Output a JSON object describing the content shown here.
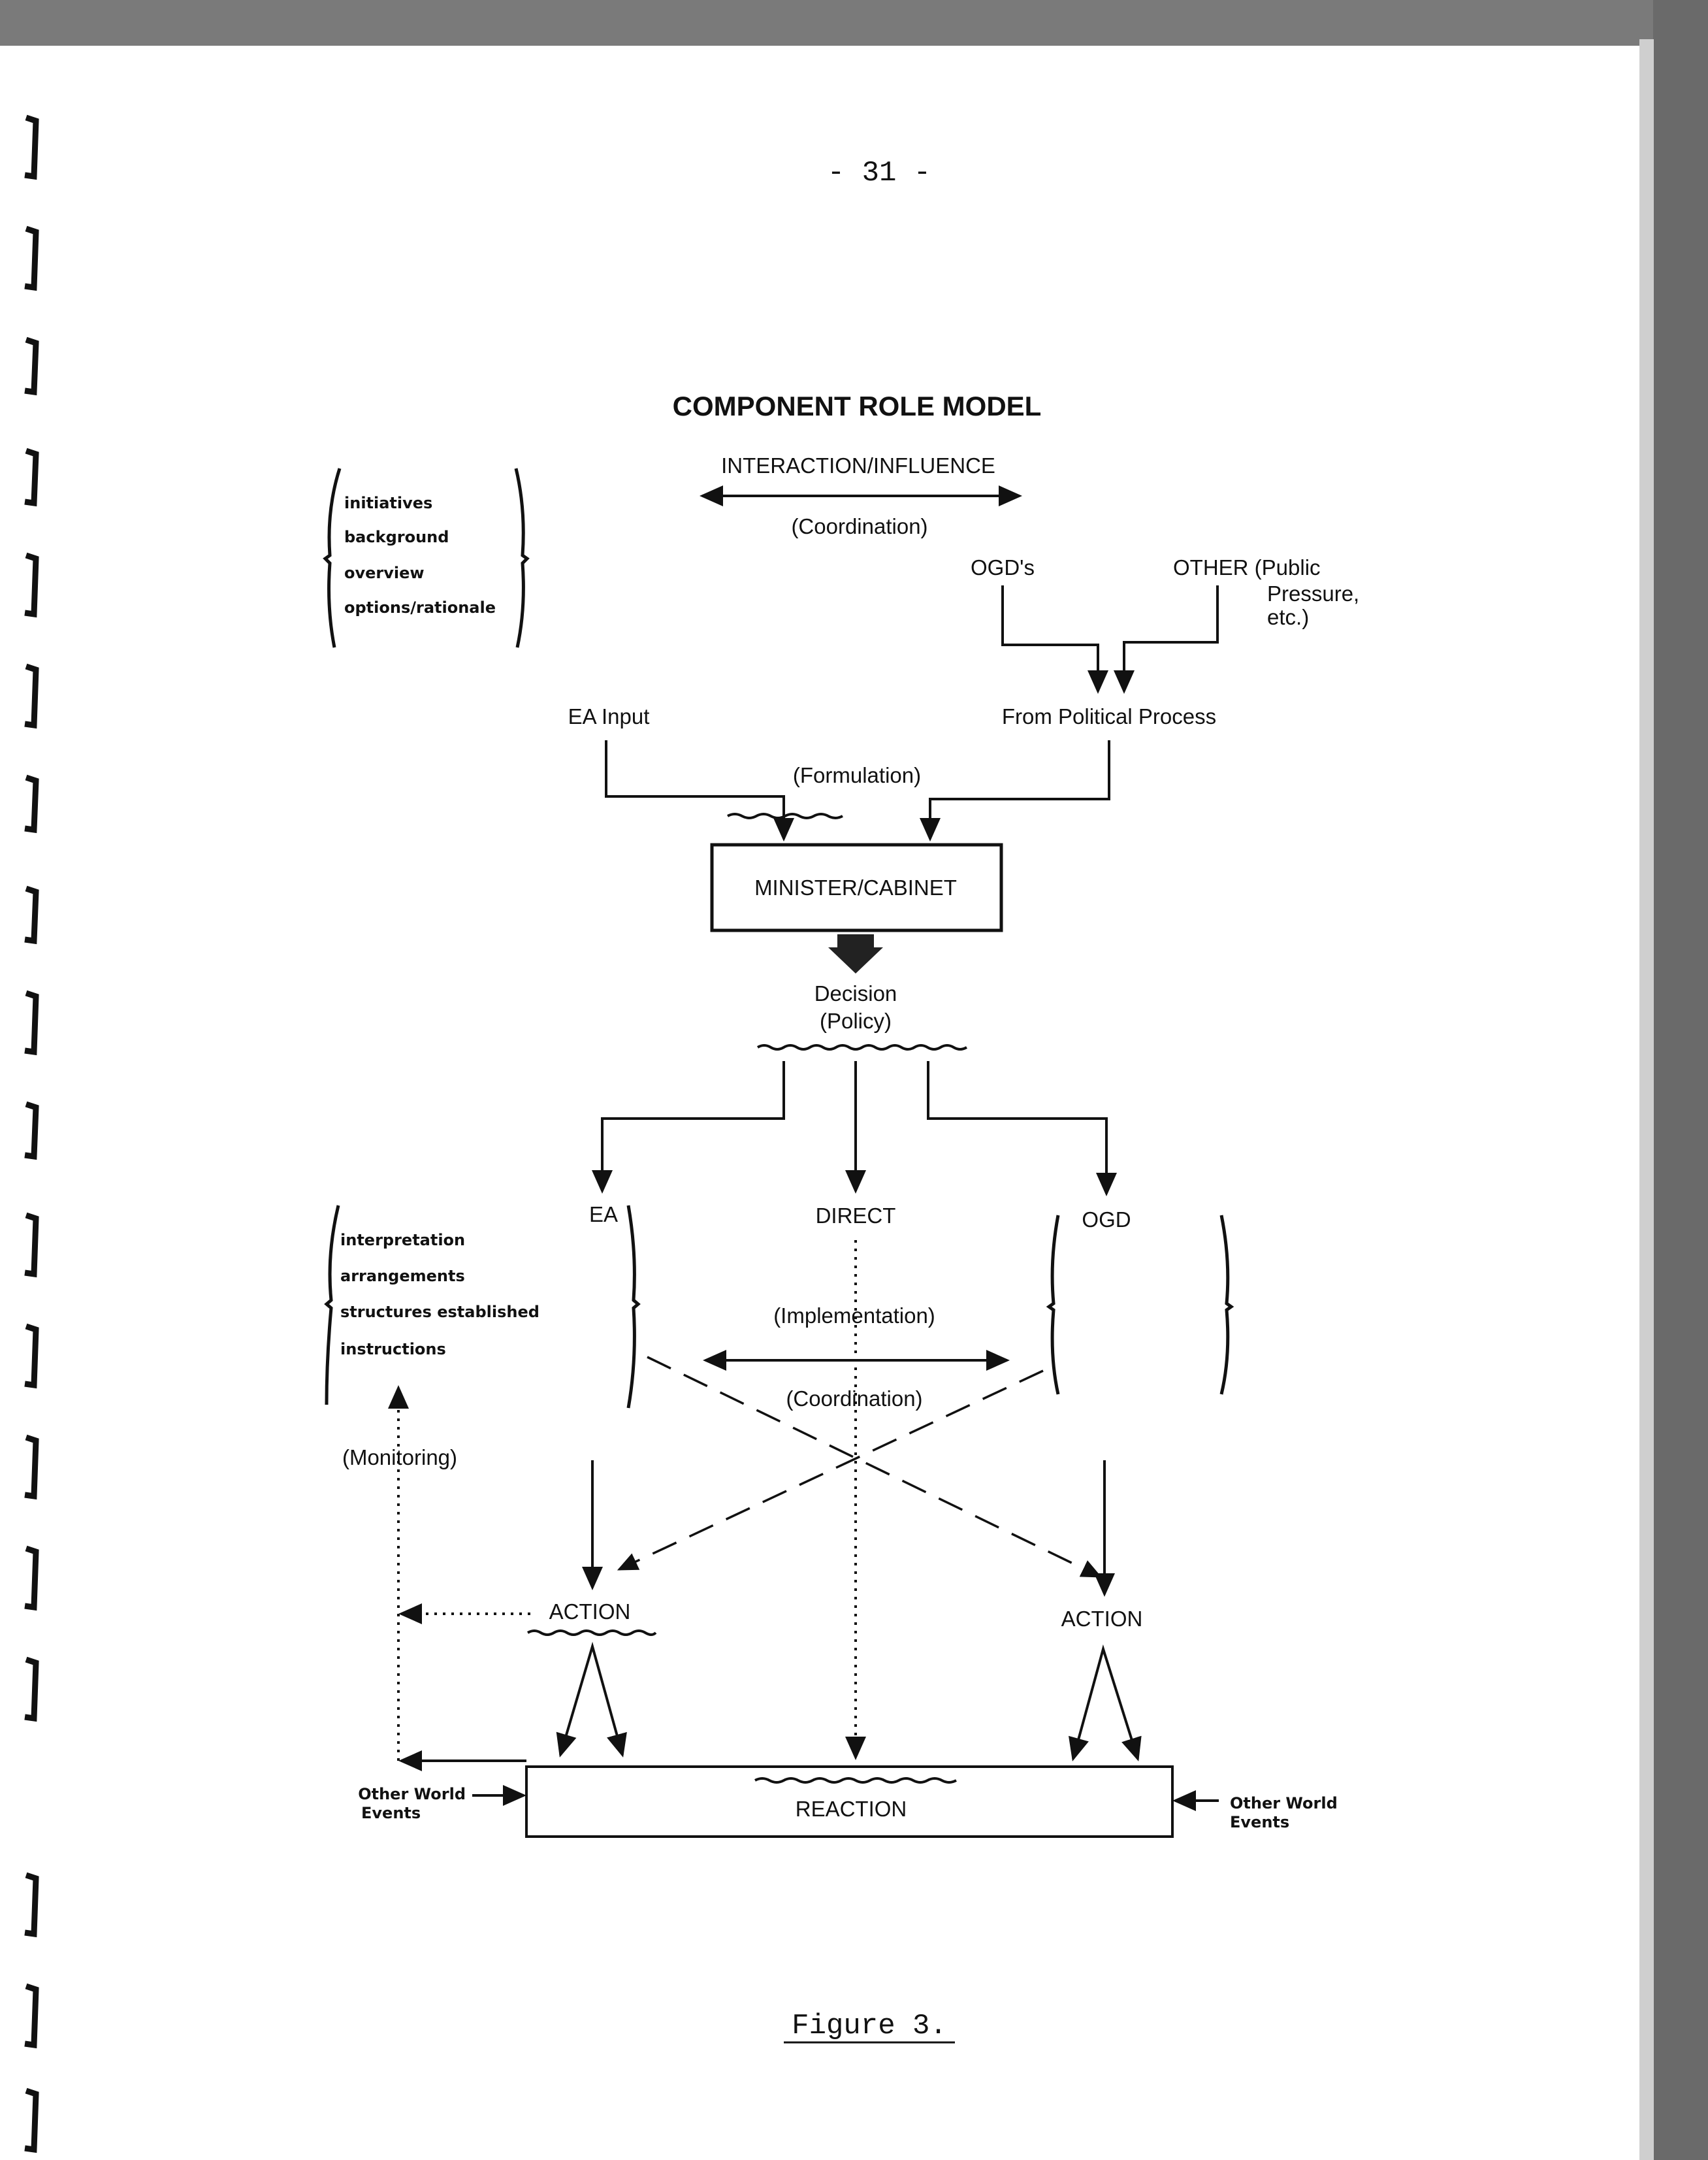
{
  "page_number": "- 31 -",
  "title": "COMPONENT ROLE MODEL",
  "legend": {
    "interaction": "INTERACTION/INFLUENCE",
    "coordination": "(Coordination)"
  },
  "formulation_list": [
    "initiatives",
    "background",
    "overview",
    "options/rationale"
  ],
  "inputs": {
    "ogds": "OGD's",
    "other_line1": "OTHER (Public",
    "other_line2": "Pressure,",
    "other_line3": "etc.)",
    "ea_input": "EA Input",
    "political": "From Political Process",
    "formulation": "(Formulation)"
  },
  "minister": "MINISTER/CABINET",
  "decision": {
    "line1": "Decision",
    "line2": "(Policy)"
  },
  "branches": {
    "ea": "EA",
    "direct": "DIRECT",
    "ogd": "OGD"
  },
  "implementation_list": [
    "interpretation",
    "arrangements",
    "structures established",
    "instructions"
  ],
  "implementation": "(Implementation)",
  "coordination2": "(Coordination)",
  "monitoring": "(Monitoring)",
  "action_left": "ACTION",
  "action_right": "ACTION",
  "reaction": "REACTION",
  "other_world_left": {
    "line1": "Other World",
    "line2": "Events"
  },
  "other_world_right": {
    "line1": "Other World",
    "line2": "Events"
  },
  "caption": "Figure 3."
}
